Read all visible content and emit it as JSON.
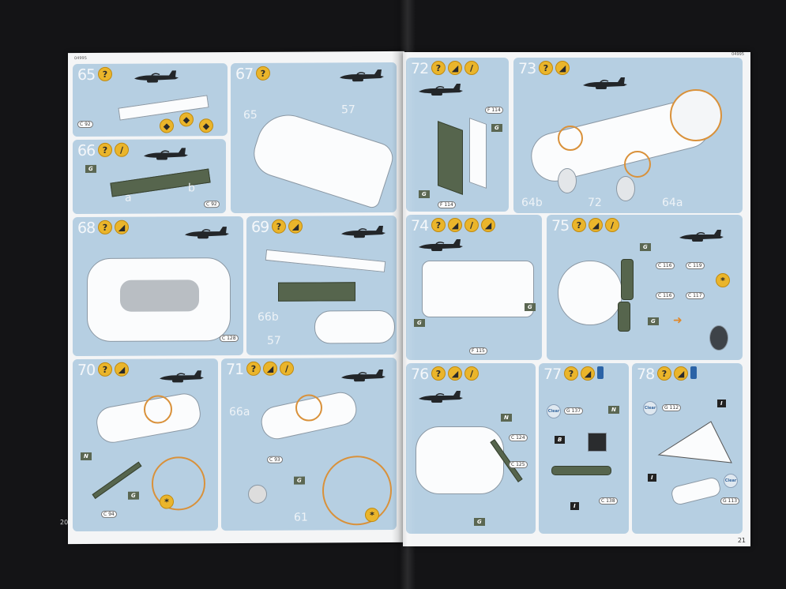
{
  "booklet": {
    "code_left": "04995",
    "code_right": "04995",
    "page_left": "20",
    "page_right": "21",
    "icon_question": "?",
    "icon_clear": "Clear"
  },
  "steps": {
    "s65": {
      "num": "65",
      "icons": [
        "question-icon"
      ],
      "labels": [
        "C 92"
      ]
    },
    "s66": {
      "num": "66",
      "icons": [
        "question-icon",
        "paint-brush-icon"
      ],
      "labels": [
        "G",
        "a",
        "b",
        "C 92"
      ]
    },
    "s67": {
      "num": "67",
      "icons": [
        "question-icon"
      ],
      "labels": [
        "65",
        "57"
      ]
    },
    "s68": {
      "num": "68",
      "icons": [
        "question-icon",
        "glue-icon"
      ],
      "labels": [
        "C 128"
      ]
    },
    "s69": {
      "num": "69",
      "icons": [
        "question-icon",
        "glue-icon"
      ],
      "labels": [
        "66b",
        "57"
      ]
    },
    "s70": {
      "num": "70",
      "icons": [
        "question-icon",
        "glue-icon"
      ],
      "labels": [
        "N",
        "G",
        "C 94"
      ]
    },
    "s71": {
      "num": "71",
      "icons": [
        "question-icon",
        "glue-icon",
        "paint-brush-icon"
      ],
      "labels": [
        "66a",
        "C 93",
        "G",
        "61"
      ]
    },
    "s72": {
      "num": "72",
      "icons": [
        "question-icon",
        "glue-icon",
        "paint-brush-icon"
      ],
      "labels": [
        "F 114",
        "G",
        "G",
        "F 114"
      ]
    },
    "s73": {
      "num": "73",
      "icons": [
        "question-icon",
        "glue-icon"
      ],
      "labels": [
        "64b",
        "72",
        "64a"
      ]
    },
    "s74": {
      "num": "74",
      "icons": [
        "question-icon",
        "glue-icon",
        "paint-brush-icon",
        "glue-icon"
      ],
      "labels": [
        "G",
        "G",
        "F 115"
      ]
    },
    "s75": {
      "num": "75",
      "icons": [
        "question-icon",
        "glue-icon",
        "paint-brush-icon"
      ],
      "labels": [
        "G",
        "C 116",
        "C 119",
        "C 116",
        "C 117",
        "G"
      ]
    },
    "s76": {
      "num": "76",
      "icons": [
        "question-icon",
        "glue-icon",
        "paint-brush-icon"
      ],
      "labels": [
        "N",
        "C 124",
        "C 125",
        "G"
      ]
    },
    "s77": {
      "num": "77",
      "icons": [
        "question-icon",
        "glue-icon",
        "paint-bottle-icon"
      ],
      "labels": [
        "Clear",
        "G 137",
        "N",
        "B",
        "I",
        "C 138"
      ]
    },
    "s78": {
      "num": "78",
      "icons": [
        "question-icon",
        "glue-icon",
        "paint-bottle-icon"
      ],
      "labels": [
        "Clear",
        "G 112",
        "I",
        "I",
        "Clear",
        "G 113"
      ]
    }
  }
}
